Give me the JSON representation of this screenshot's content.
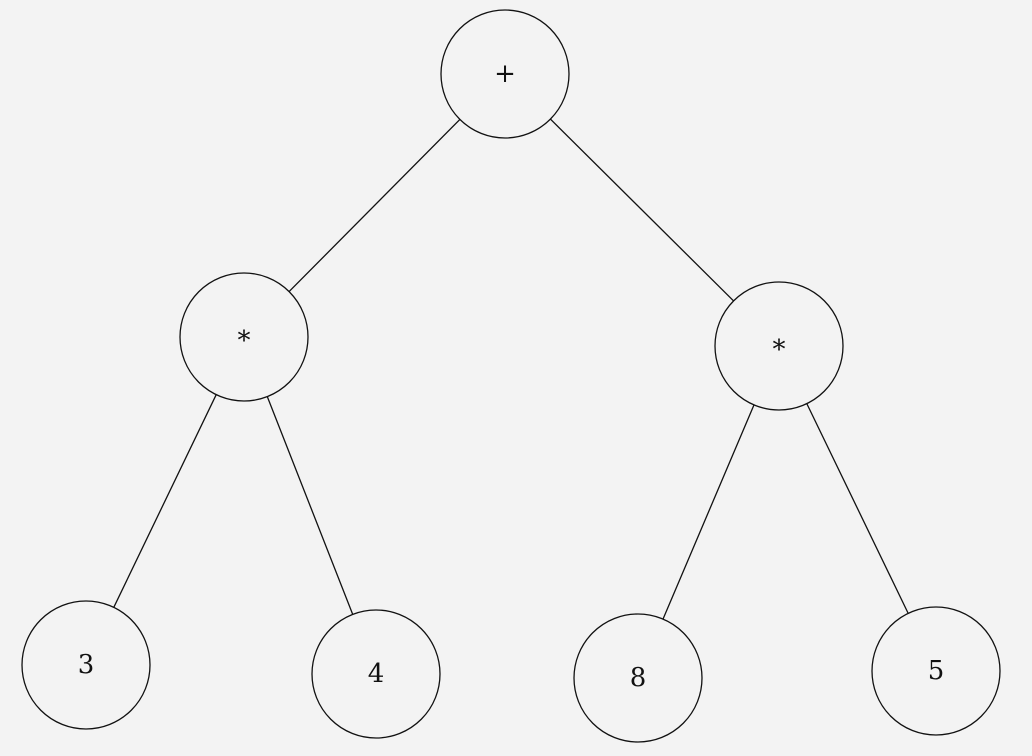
{
  "diagram": {
    "nodes": [
      {
        "id": "root",
        "label": "+"
      },
      {
        "id": "mul-left",
        "label": "*"
      },
      {
        "id": "mul-right",
        "label": "*"
      },
      {
        "id": "leaf-3",
        "label": "3"
      },
      {
        "id": "leaf-4",
        "label": "4"
      },
      {
        "id": "leaf-8",
        "label": "8"
      },
      {
        "id": "leaf-5",
        "label": "5"
      }
    ],
    "edges": [
      {
        "from": "root",
        "to": "mul-left"
      },
      {
        "from": "root",
        "to": "mul-right"
      },
      {
        "from": "mul-left",
        "to": "leaf-3"
      },
      {
        "from": "mul-left",
        "to": "leaf-4"
      },
      {
        "from": "mul-right",
        "to": "leaf-8"
      },
      {
        "from": "mul-right",
        "to": "leaf-5"
      }
    ],
    "colors": {
      "background": "#f3f3f3",
      "stroke": "#111111"
    }
  }
}
